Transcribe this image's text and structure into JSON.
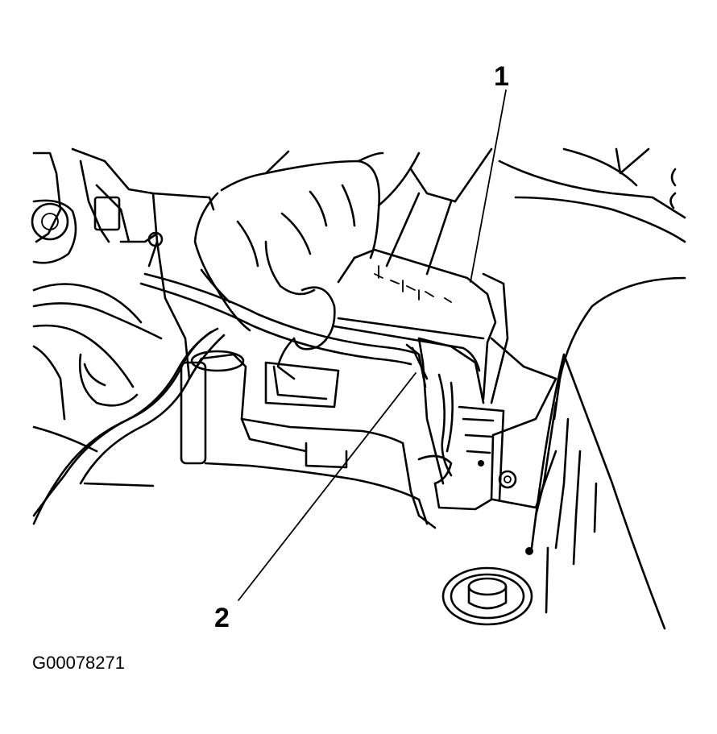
{
  "callouts": [
    {
      "id": "1",
      "label": "1"
    },
    {
      "id": "2",
      "label": "2"
    }
  ],
  "figure_id": "G00078271",
  "colors": {
    "ink": "#000000",
    "paper": "#ffffff"
  }
}
